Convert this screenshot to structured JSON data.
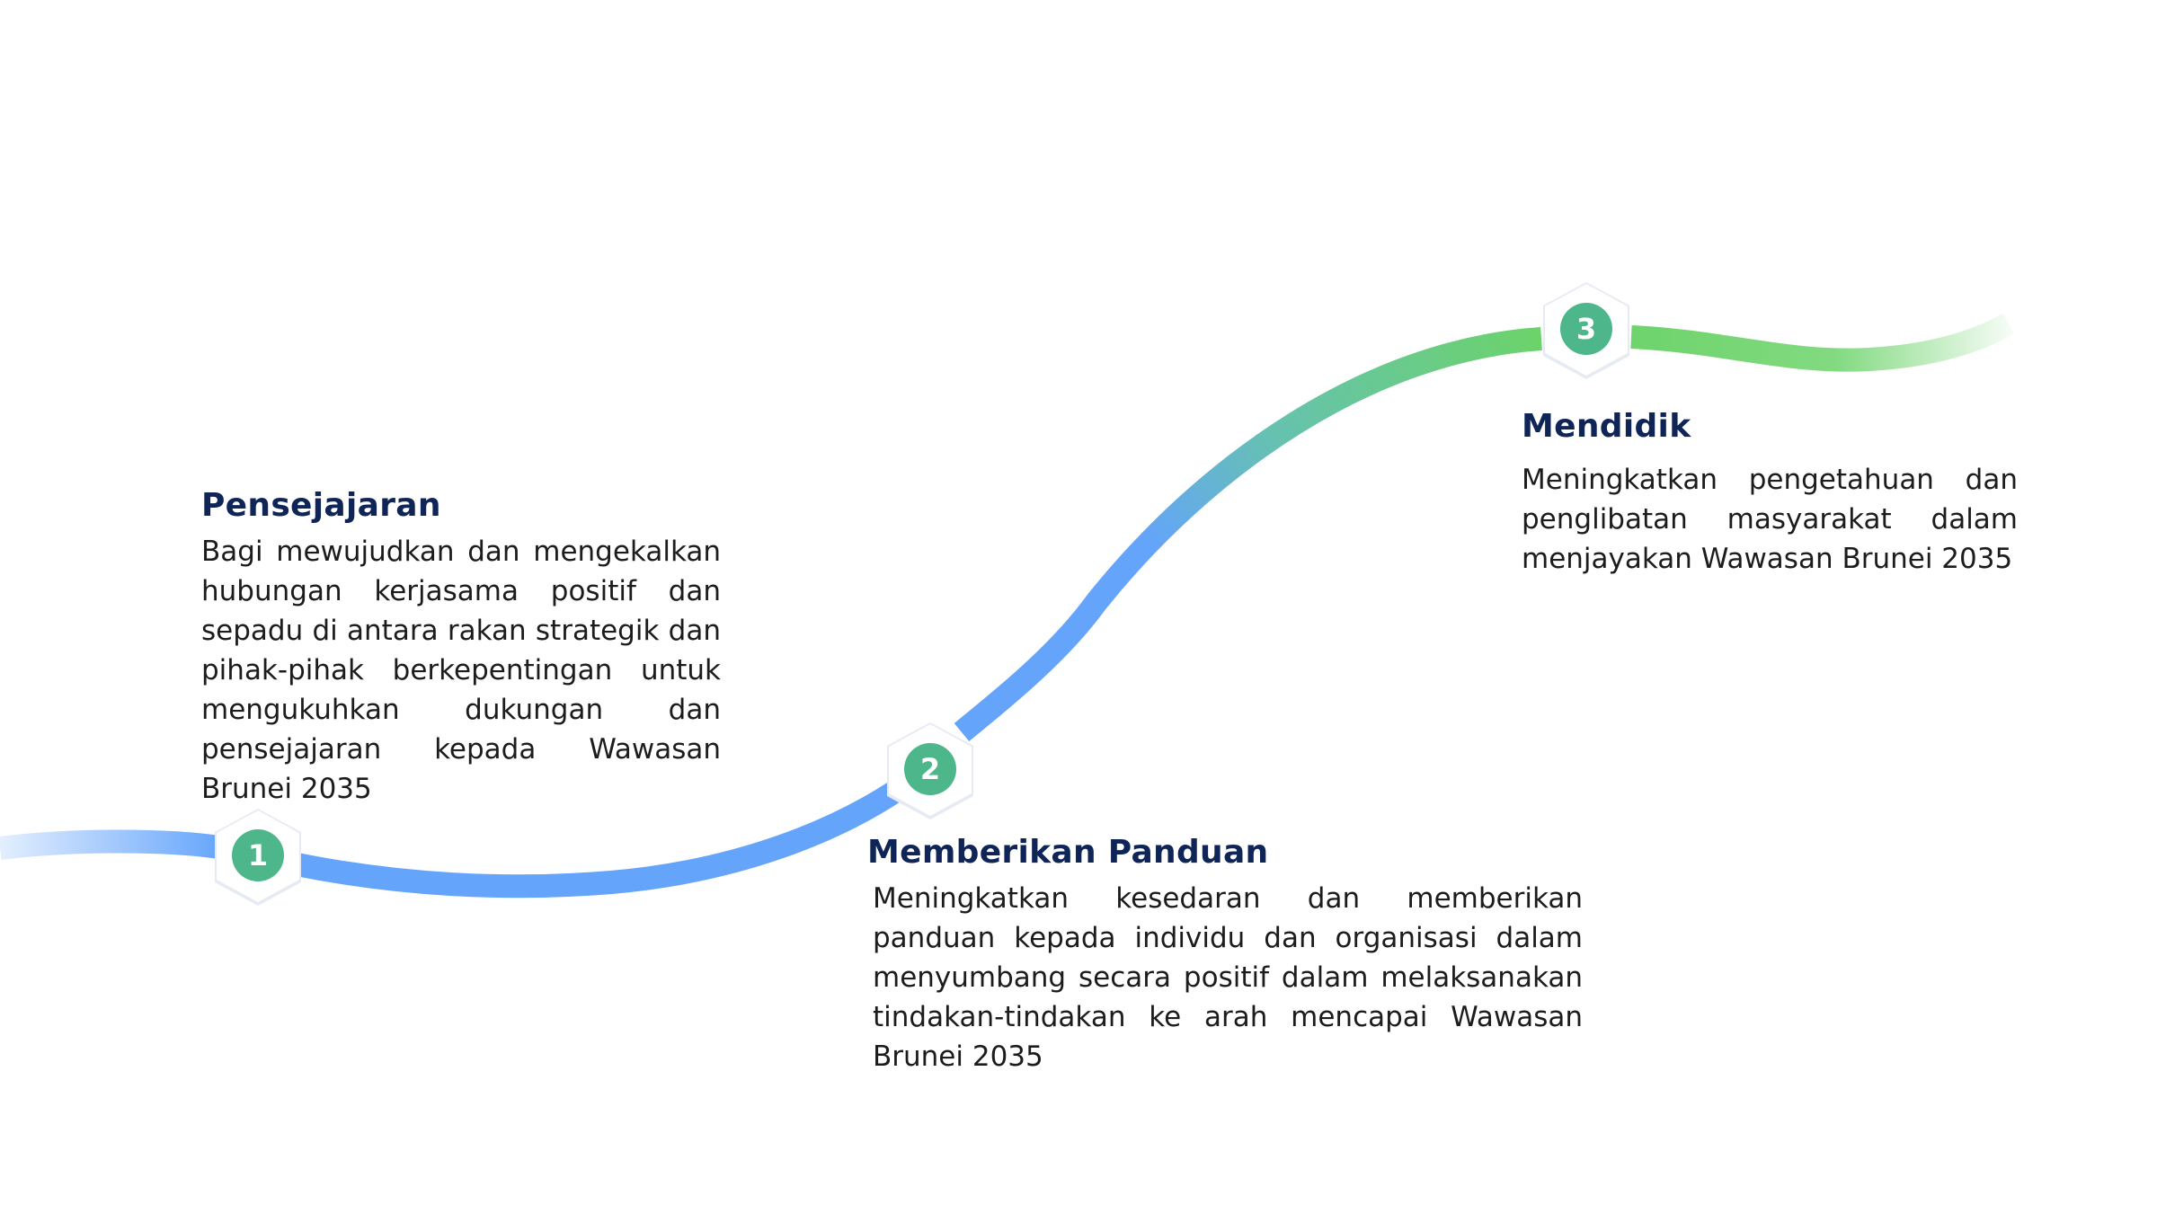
{
  "colors": {
    "title": "#0f2557",
    "text": "#1c1c1c",
    "badge": "#4db68a",
    "curve_blue": "#64a4fb",
    "curve_teal": "#66c2ae",
    "curve_green": "#6cd36a"
  },
  "steps": [
    {
      "number": "1",
      "title": "Pensejajaran",
      "description": "Bagi mewujudkan dan mengekalkan hubungan kerjasama positif dan sepadu di antara rakan strategik dan pihak-pihak berkepentingan untuk mengukuhkan dukungan dan pensejajaran kepada Wawasan Brunei 2035"
    },
    {
      "number": "2",
      "title": "Memberikan Panduan",
      "description": "Meningkatkan kesedaran dan memberikan panduan kepada individu dan organisasi dalam menyumbang secara positif dalam melaksanakan tindakan-tindakan ke arah mencapai Wawasan Brunei 2035"
    },
    {
      "number": "3",
      "title": "Mendidik",
      "description": "Meningkatkan pengetahuan dan penglibatan masyarakat dalam menjayakan Wawasan Brunei 2035"
    }
  ]
}
